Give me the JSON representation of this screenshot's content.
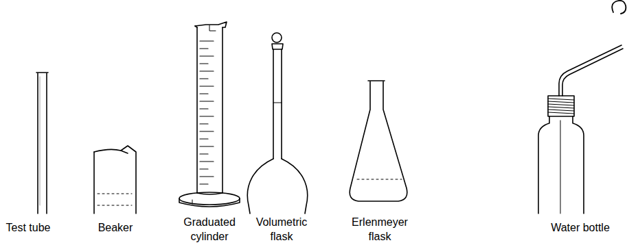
{
  "diagram": {
    "labels": [
      "Test tube",
      "Beaker",
      "Graduated cylinder",
      "Volumetric flask",
      "Erlenmeyer flask",
      "Water bottle"
    ]
  }
}
